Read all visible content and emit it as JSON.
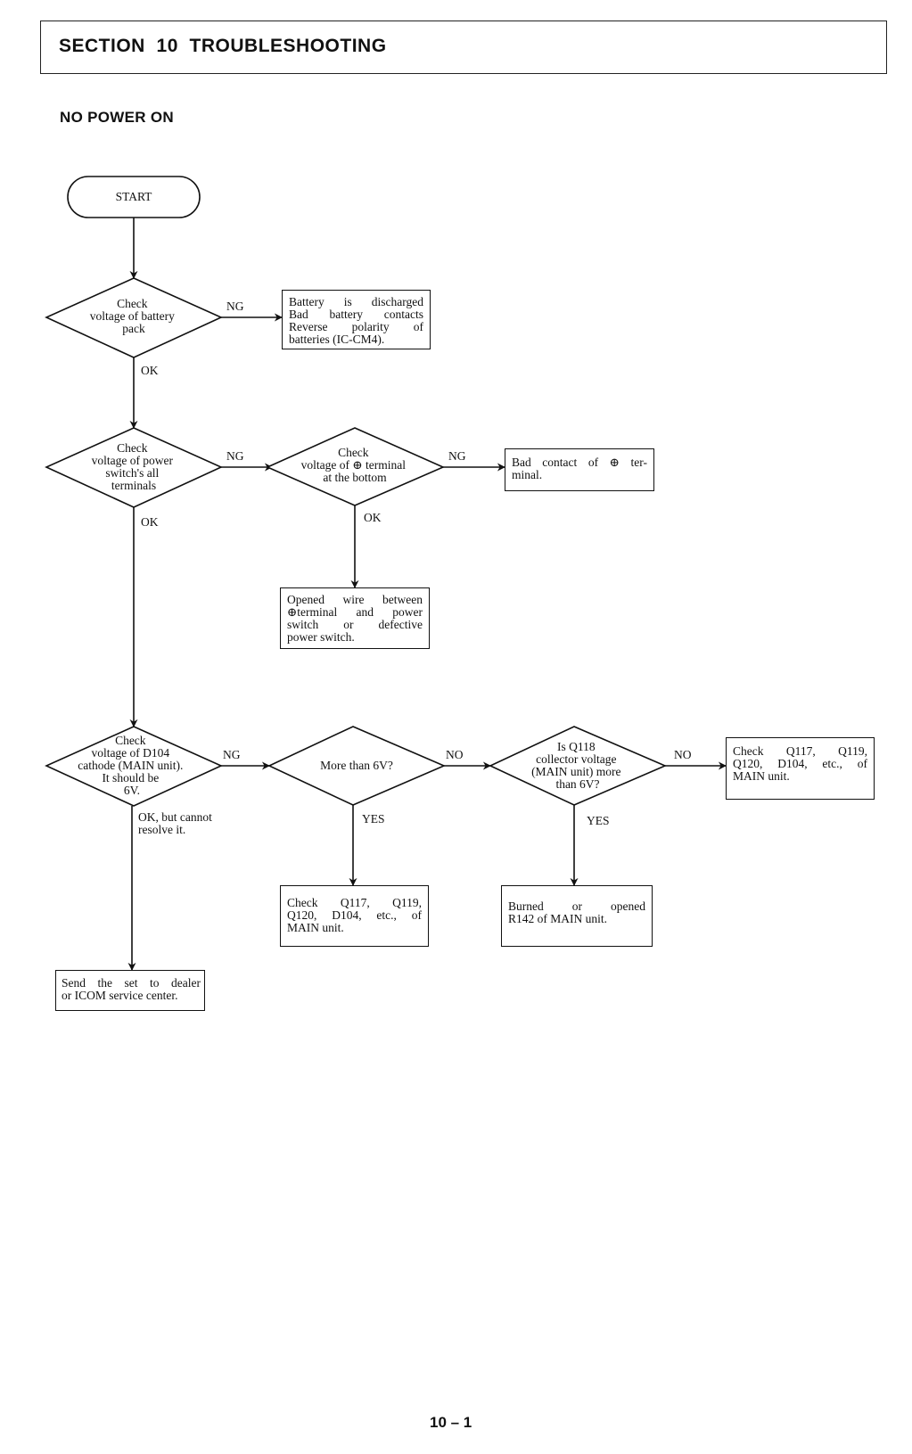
{
  "header": {
    "section_title": "SECTION  10  TROUBLESHOOTING",
    "subtitle": "NO POWER ON"
  },
  "flowchart": {
    "start": "START",
    "d1": [
      "Check",
      "voltage of battery",
      "pack"
    ],
    "d2": [
      "Check",
      "voltage of power",
      "switch's all",
      "terminals"
    ],
    "d3": [
      "Check",
      "voltage of ⊕ terminal",
      "at the bottom"
    ],
    "d4": [
      "Check",
      "voltage of D104",
      "cathode (MAIN unit).",
      "It should be",
      "6V."
    ],
    "d5": [
      "More than 6V?"
    ],
    "d6": [
      "Is Q118",
      "collector voltage",
      "(MAIN unit) more",
      "than 6V?"
    ],
    "b1": [
      "Battery is discharged",
      "Bad battery contacts",
      "Reverse polarity of",
      "batteries (IC-CM4)."
    ],
    "b2": [
      "Bad contact of ⊕ ter-",
      "minal."
    ],
    "b3": [
      "Opened wire between",
      "⊕terminal and power",
      "switch or defective",
      "power switch."
    ],
    "b4": [
      "Check Q117, Q119,",
      "Q120, D104, etc., of",
      "MAIN unit."
    ],
    "b5": [
      "Check Q117, Q119,",
      "Q120, D104, etc., of",
      "MAIN unit."
    ],
    "b6": [
      "Burned or opened",
      "R142 of MAIN unit."
    ],
    "b7": [
      "Send the set to dealer",
      "or ICOM service center."
    ],
    "labels": {
      "d1_ng": "NG",
      "d1_ok": "OK",
      "d2_ng": "NG",
      "d2_ok": "OK",
      "d3_ng": "NG",
      "d3_ok": "OK",
      "d4_ng": "NG",
      "d4_ok": [
        "OK, but cannot",
        "resolve it."
      ],
      "d5_no": "NO",
      "d5_yes": "YES",
      "d6_no": "NO",
      "d6_yes": "YES"
    }
  },
  "footer": {
    "page_number": "10 – 1"
  }
}
